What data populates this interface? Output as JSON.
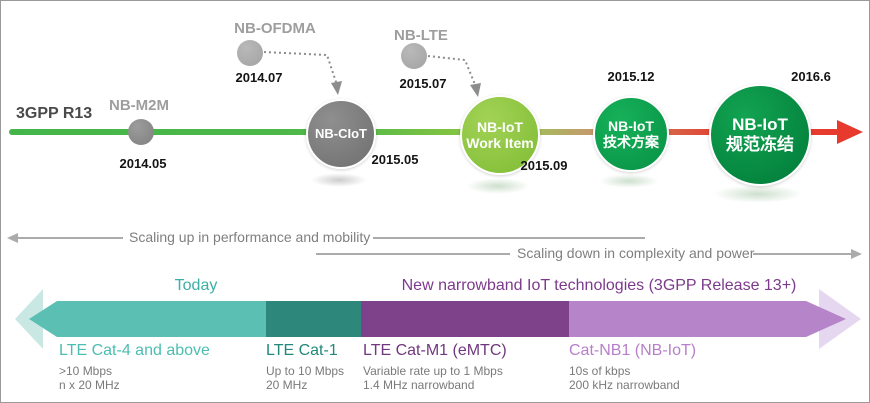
{
  "era_label": "3GPP R13",
  "timeline": {
    "milestones": [
      {
        "id": "nb-m2m",
        "name": "NB-M2M",
        "date": "2014.05"
      },
      {
        "id": "nb-ofdma",
        "name": "NB-OFDMA",
        "date": "2014.07"
      },
      {
        "id": "nb-ciot",
        "name": "NB-CIoT",
        "date": "2015.05"
      },
      {
        "id": "nb-lte",
        "name": "NB-LTE",
        "date": "2015.07"
      },
      {
        "id": "nb-iot-work-item",
        "name": "NB-IoT",
        "name2": "Work Item",
        "date": "2015.09"
      },
      {
        "id": "nb-iot-tech-plan",
        "name": "NB-IoT",
        "name2": "技术方案",
        "date": "2015.12"
      },
      {
        "id": "nb-iot-spec-freeze",
        "name": "NB-IoT",
        "name2": "规范冻结",
        "date": "2016.6"
      }
    ],
    "colors": {
      "line_green": "#45B649",
      "line_light_green": "#8CC63F",
      "line_tan": "#C49A6C",
      "line_red": "#E8392D",
      "circle_gray": "#7A7A7A",
      "dot_gray": "#ACACAC",
      "circle_light_green": "#8CC63F",
      "circle_green": "#0AA24C",
      "circle_dark_green": "#008C42"
    }
  },
  "scaling": {
    "up_label": "Scaling up in performance and mobility",
    "down_label": "Scaling down in complexity and power"
  },
  "bands": {
    "today_label": "Today",
    "today_color": "#3CAFA6",
    "new_label": "New narrowband IoT technologies (3GPP Release 13+)",
    "new_color": "#7D3A8C",
    "segments": [
      {
        "title": "LTE Cat-4 and above",
        "detail1": ">10 Mbps",
        "detail2": "n x 20 MHz",
        "color": "#5BBFB4",
        "title_color": "#4DBDB2"
      },
      {
        "title": "LTE Cat-1",
        "detail1": "Up to 10 Mbps",
        "detail2": "20 MHz",
        "color": "#2E877B",
        "title_color": "#23877B"
      },
      {
        "title": "LTE Cat-M1 (eMTC)",
        "detail1": "Variable rate up to 1 Mbps",
        "detail2": "1.4 MHz narrowband",
        "color": "#7D4289",
        "title_color": "#70387E"
      },
      {
        "title": "Cat-NB1 (NB-IoT)",
        "detail1": "10s of kbps",
        "detail2": "200 kHz narrowband",
        "color": "#B584C9",
        "title_color": "#B77FC9"
      }
    ]
  }
}
